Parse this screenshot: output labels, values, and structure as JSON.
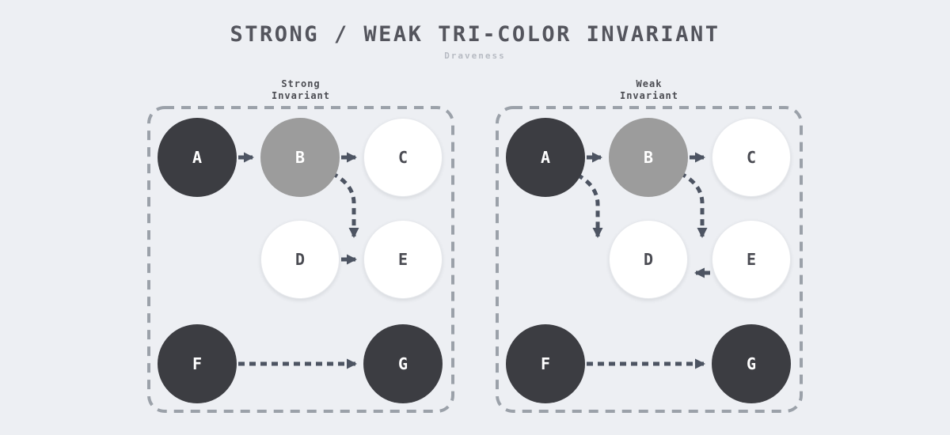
{
  "title": "STRONG / WEAK TRI-COLOR INVARIANT",
  "subtitle": "Draveness",
  "colors": {
    "background": "#edeff3",
    "title_text": "#54555d",
    "subtitle_text": "#b7bbc3",
    "label_text": "#4b4c52",
    "panel_border": "#9ba1a9",
    "arrow": "#4d5462",
    "node_black_bg": "#3c3d42",
    "node_black_text": "#ffffff",
    "node_gray_bg": "#9c9c9c",
    "node_gray_text": "#ffffff",
    "node_white_bg": "#ffffff",
    "node_white_text": "#4a4b52",
    "node_white_border": "#e6e8ec"
  },
  "panels": [
    {
      "id": "strong",
      "label": "Strong\nInvariant",
      "nodes": [
        {
          "id": "A",
          "label": "A",
          "color": "black"
        },
        {
          "id": "B",
          "label": "B",
          "color": "gray"
        },
        {
          "id": "C",
          "label": "C",
          "color": "white"
        },
        {
          "id": "D",
          "label": "D",
          "color": "white"
        },
        {
          "id": "E",
          "label": "E",
          "color": "white"
        },
        {
          "id": "F",
          "label": "F",
          "color": "black"
        },
        {
          "id": "G",
          "label": "G",
          "color": "black"
        }
      ],
      "edges": [
        {
          "from": "A",
          "to": "B"
        },
        {
          "from": "B",
          "to": "C"
        },
        {
          "from": "B",
          "to": "E"
        },
        {
          "from": "D",
          "to": "E"
        },
        {
          "from": "F",
          "to": "G"
        }
      ]
    },
    {
      "id": "weak",
      "label": "Weak\nInvariant",
      "nodes": [
        {
          "id": "A",
          "label": "A",
          "color": "black"
        },
        {
          "id": "B",
          "label": "B",
          "color": "gray"
        },
        {
          "id": "C",
          "label": "C",
          "color": "white"
        },
        {
          "id": "D",
          "label": "D",
          "color": "white"
        },
        {
          "id": "E",
          "label": "E",
          "color": "white"
        },
        {
          "id": "F",
          "label": "F",
          "color": "black"
        },
        {
          "id": "G",
          "label": "G",
          "color": "black"
        }
      ],
      "edges": [
        {
          "from": "A",
          "to": "B"
        },
        {
          "from": "B",
          "to": "C"
        },
        {
          "from": "A",
          "to": "D"
        },
        {
          "from": "B",
          "to": "E"
        },
        {
          "from": "E",
          "to": "D"
        },
        {
          "from": "F",
          "to": "G"
        }
      ]
    }
  ]
}
